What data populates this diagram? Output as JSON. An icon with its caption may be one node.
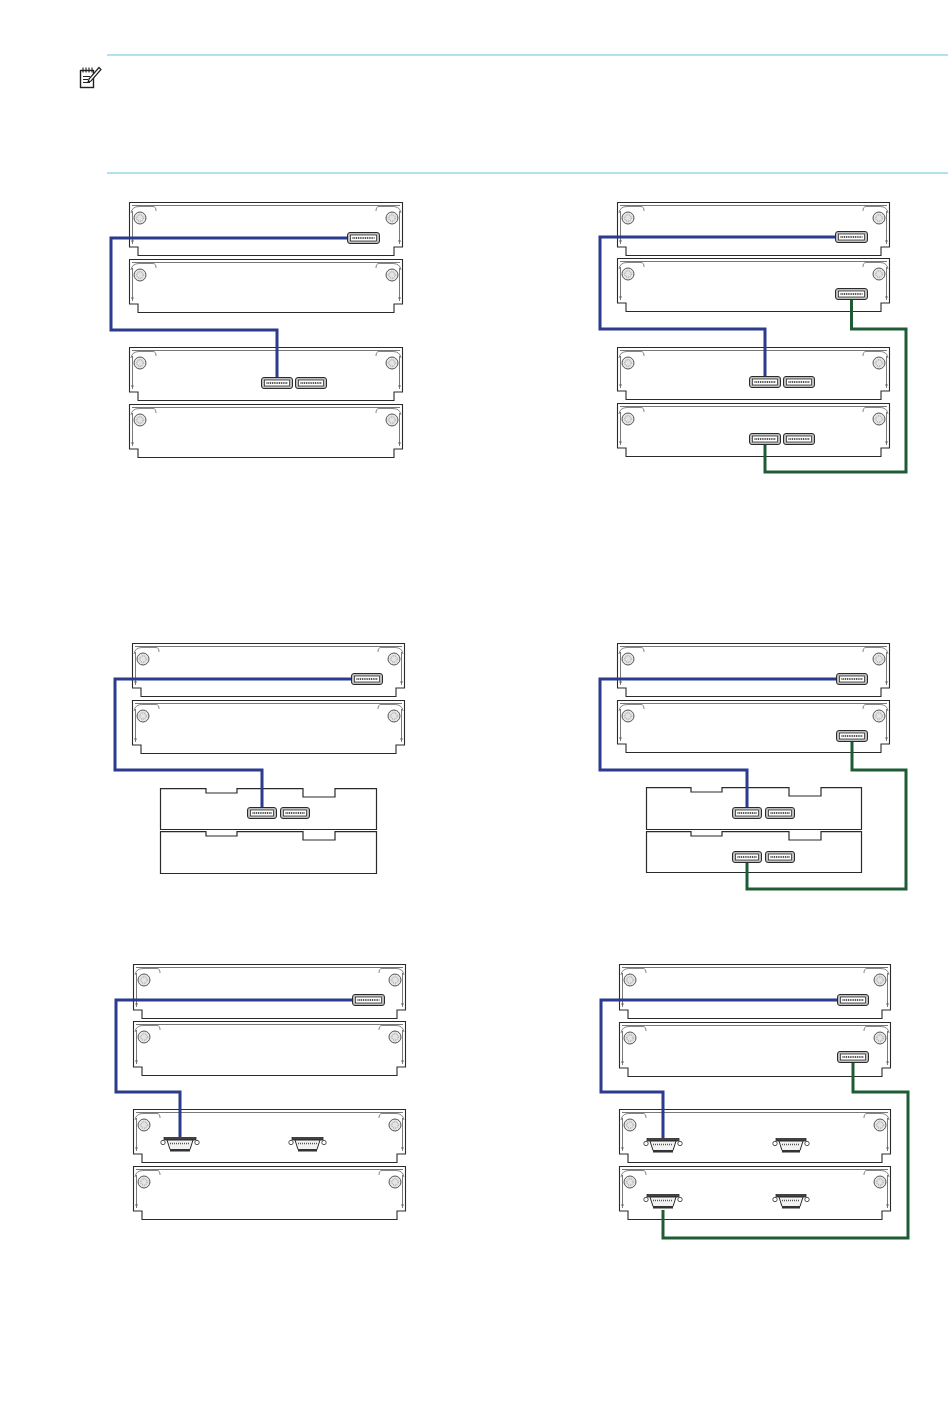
{
  "diagram": {
    "nodes": [
      {
        "text": [],
        "shape": "box"
      },
      {
        "text": [],
        "shape": "box",
        "in": 0
      },
      {
        "text": [],
        "shape": "box"
      },
      {
        "text": [],
        "shape": "box"
      },
      {
        "text": [],
        "shape": "box",
        "in": 3
      },
      {
        "text": [],
        "shape": "box",
        "in": 3
      },
      {
        "text": [],
        "shape": "box"
      },
      {
        "text": [],
        "shape": "box"
      },
      {
        "text": [],
        "shape": "box",
        "in": 7
      },
      {
        "text": [],
        "shape": "box"
      },
      {
        "text": [],
        "shape": "box",
        "in": 9
      },
      {
        "text": [],
        "shape": "box"
      },
      {
        "text": [],
        "shape": "box",
        "in": 11
      },
      {
        "text": [],
        "shape": "box",
        "in": 11
      },
      {
        "text": [],
        "shape": "box"
      },
      {
        "text": [],
        "shape": "box",
        "in": 14
      },
      {
        "text": [],
        "shape": "box",
        "in": 14
      },
      {
        "text": [],
        "shape": "box"
      },
      {
        "text": [],
        "shape": "box",
        "in": 17
      },
      {
        "text": [],
        "shape": "box"
      },
      {
        "text": [],
        "shape": "box"
      },
      {
        "text": [],
        "shape": "box",
        "in": 20
      },
      {
        "text": [],
        "shape": "box",
        "in": 20
      },
      {
        "text": [],
        "shape": "box"
      },
      {
        "text": [],
        "shape": "box"
      },
      {
        "text": [],
        "shape": "box",
        "in": 24
      },
      {
        "text": [],
        "shape": "box"
      },
      {
        "text": [],
        "shape": "box",
        "in": 26
      },
      {
        "text": [],
        "shape": "box"
      },
      {
        "text": [],
        "shape": "box",
        "in": 28
      },
      {
        "text": [],
        "shape": "box",
        "in": 28
      },
      {
        "text": [],
        "shape": "box"
      },
      {
        "text": [],
        "shape": "box",
        "in": 31
      },
      {
        "text": [],
        "shape": "box",
        "in": 31
      },
      {
        "text": [],
        "shape": "box"
      },
      {
        "text": [],
        "shape": "box",
        "in": 34
      },
      {
        "text": [],
        "shape": "box"
      },
      {
        "text": [],
        "shape": "box"
      },
      {
        "text": [],
        "shape": "box",
        "in": 37
      },
      {
        "text": [],
        "shape": "box",
        "in": 37
      },
      {
        "text": [],
        "shape": "box"
      },
      {
        "text": [],
        "shape": "box"
      },
      {
        "text": [],
        "shape": "box",
        "in": 41
      },
      {
        "text": [],
        "shape": "box"
      },
      {
        "text": [],
        "shape": "box",
        "in": 43
      },
      {
        "text": [],
        "shape": "box"
      },
      {
        "text": [],
        "shape": "box",
        "in": 45
      },
      {
        "text": [],
        "shape": "box",
        "in": 45
      },
      {
        "text": [],
        "shape": "box"
      },
      {
        "text": [],
        "shape": "box",
        "in": 48
      },
      {
        "text": [],
        "shape": "box",
        "in": 48
      }
    ],
    "edges": [
      {
        "from": 1,
        "to": 4,
        "arrow": "none"
      },
      {
        "from": 8,
        "to": 12,
        "arrow": "none"
      },
      {
        "from": 10,
        "to": 15,
        "arrow": "none",
        "color": "#1e5c36"
      },
      {
        "from": 18,
        "to": 21,
        "arrow": "none"
      },
      {
        "from": 25,
        "to": 29,
        "arrow": "none"
      },
      {
        "from": 27,
        "to": 32,
        "arrow": "none",
        "color": "#1e5c36"
      },
      {
        "from": 35,
        "to": 38,
        "arrow": "none"
      },
      {
        "from": 42,
        "to": 46,
        "arrow": "none"
      },
      {
        "from": 44,
        "to": 49,
        "arrow": "none",
        "color": "#1e5c36"
      }
    ]
  }
}
